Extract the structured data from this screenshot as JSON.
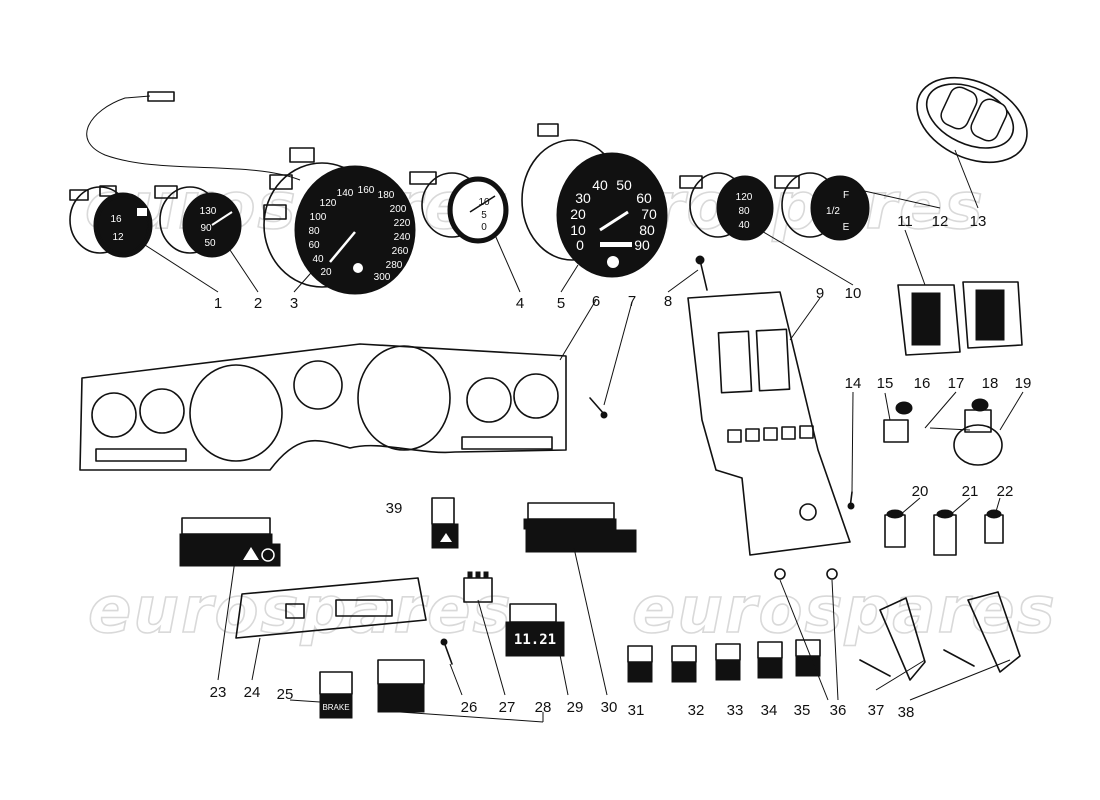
{
  "watermark": [
    "eurospares",
    "eurospares",
    "eurospares",
    "eurospares",
    "eurospares"
  ],
  "dial_markings": {
    "gauge1": [
      "16",
      "12"
    ],
    "gauge2": [
      "130",
      "90",
      "50"
    ],
    "speedometer": [
      "140",
      "160",
      "180",
      "120",
      "200",
      "100",
      "220",
      "80",
      "240",
      "60",
      "260",
      "40",
      "280",
      "20",
      "300"
    ],
    "gauge4": [
      "10",
      "5",
      "0"
    ],
    "tachometer": [
      "40",
      "50",
      "30",
      "60",
      "20",
      "70",
      "10",
      "80",
      "0",
      "90"
    ],
    "gauge10": [
      "120",
      "80",
      "40"
    ],
    "gauge12": [
      "F",
      "1/2",
      "E"
    ]
  },
  "panel_texts": {
    "brake_switch": "BRAKE",
    "led_display": "11.21"
  },
  "part_numbers": [
    "1",
    "2",
    "3",
    "4",
    "5",
    "6",
    "7",
    "8",
    "9",
    "10",
    "11",
    "12",
    "13",
    "14",
    "15",
    "16",
    "17",
    "18",
    "19",
    "20",
    "21",
    "22",
    "23",
    "24",
    "25",
    "26",
    "27",
    "28",
    "29",
    "30",
    "31",
    "32",
    "33",
    "34",
    "35",
    "36",
    "37",
    "38",
    "39"
  ]
}
